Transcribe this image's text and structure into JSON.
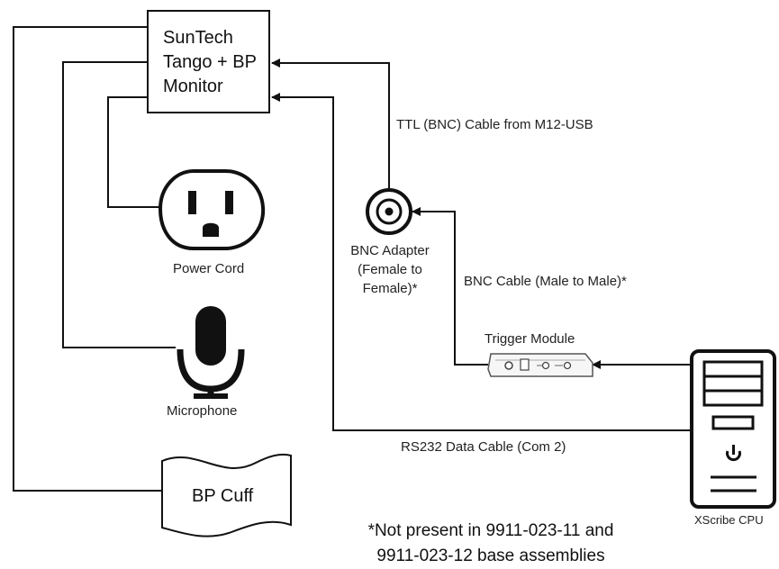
{
  "monitor": {
    "label": "SunTech\nTango + BP\nMonitor"
  },
  "power_cord": {
    "label": "Power Cord",
    "icon": "power-outlet-icon"
  },
  "microphone": {
    "label": "Microphone",
    "icon": "microphone-icon"
  },
  "bp_cuff": {
    "label": "BP Cuff",
    "icon": "flag-shape"
  },
  "bnc_adapter": {
    "label_lines": [
      "BNC Adapter",
      "(Female to",
      "Female)*"
    ],
    "icon": "bnc-connector-icon"
  },
  "trigger_module": {
    "label": "Trigger Module",
    "icon": "trigger-module-icon"
  },
  "xscribe_cpu": {
    "label": "XScribe CPU",
    "icon": "computer-tower-icon"
  },
  "cables": {
    "ttl": "TTL (BNC) Cable from M12-USB",
    "bnc": "BNC Cable (Male to Male)*",
    "rs232": "RS232 Data Cable (Com 2)"
  },
  "footnote": "*Not present in 9911-023-11 and\n9911-023-12 base assemblies"
}
